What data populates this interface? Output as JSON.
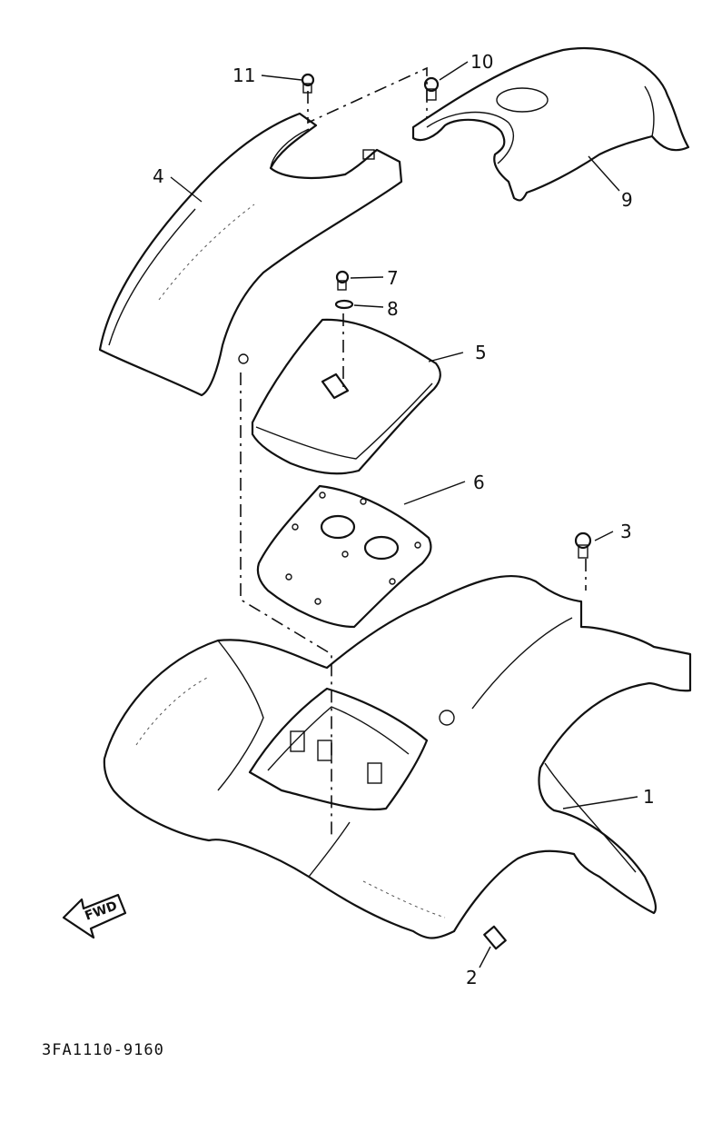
{
  "callouts": [
    "11",
    "10",
    "4",
    "9",
    "7",
    "8",
    "5",
    "6",
    "3",
    "1",
    "2"
  ],
  "fwd_label": "FWD",
  "part_code": "3FA1110-9160"
}
